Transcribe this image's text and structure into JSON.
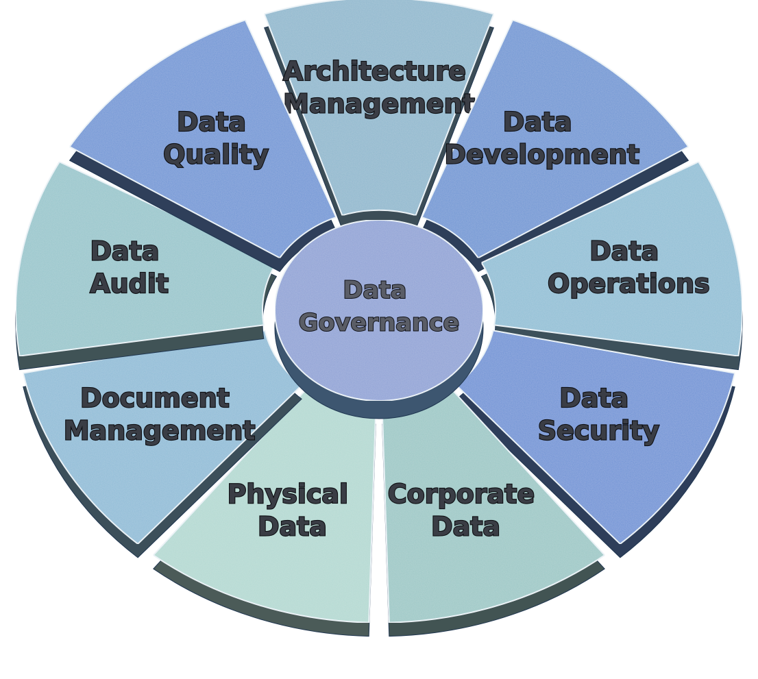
{
  "center": {
    "line1": "Data",
    "line2": "Governance",
    "color": "#8fa2d6"
  },
  "segments": [
    {
      "key": "architecture",
      "line1": "Architecture",
      "line2": "Management",
      "color": "#8fb8ce"
    },
    {
      "key": "development",
      "line1": "Data",
      "line2": "Development",
      "color": "#6e96d4"
    },
    {
      "key": "operations",
      "line1": "Data",
      "line2": "Operations",
      "color": "#91bfd6"
    },
    {
      "key": "security",
      "line1": "Data",
      "line2": "Security",
      "color": "#6e93d6"
    },
    {
      "key": "corporate",
      "line1": "Corporate",
      "line2": "Data",
      "color": "#9cc8c6"
    },
    {
      "key": "physical",
      "line1": "Physical",
      "line2": "Data",
      "color": "#b3d9d2"
    },
    {
      "key": "document",
      "line1": "Document",
      "line2": "Management",
      "color": "#8fbcd7"
    },
    {
      "key": "audit",
      "line1": "Data",
      "line2": "Audit",
      "color": "#98c6cc"
    },
    {
      "key": "quality",
      "line1": "Data",
      "line2": "Quality",
      "color": "#6f96d6"
    }
  ]
}
